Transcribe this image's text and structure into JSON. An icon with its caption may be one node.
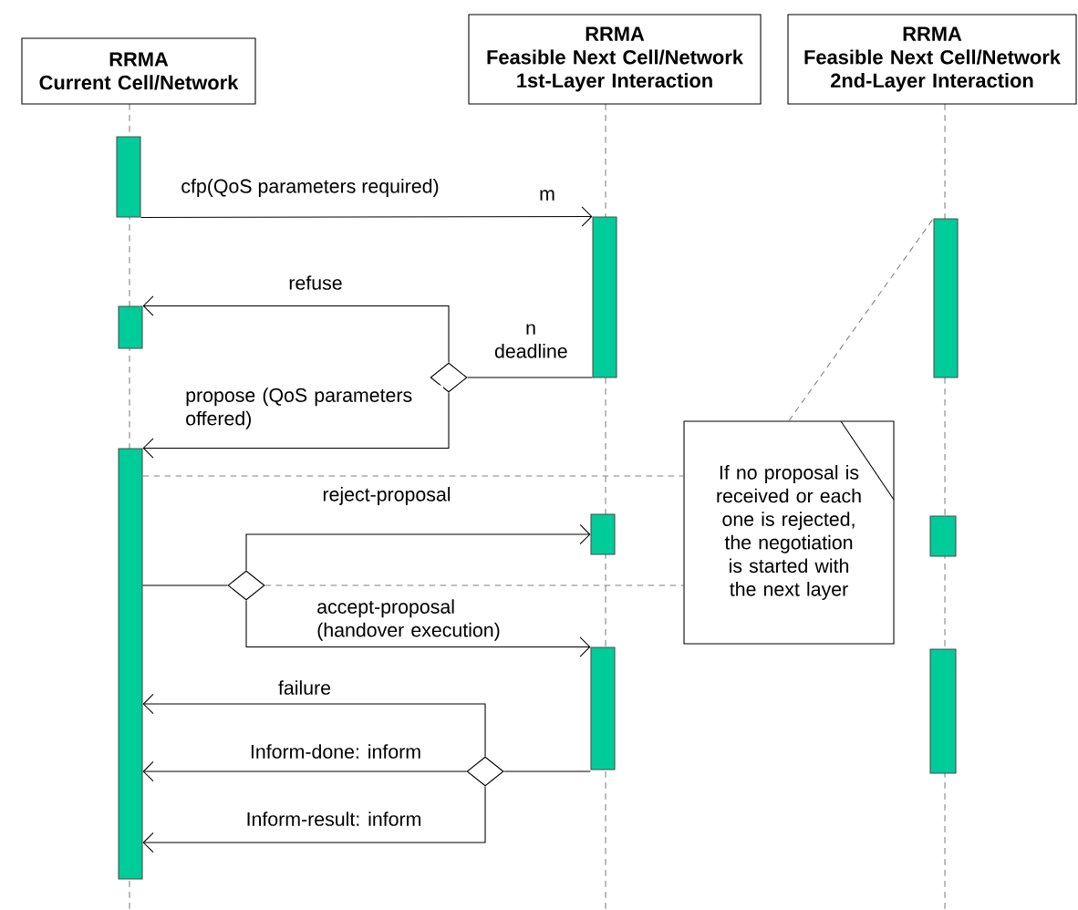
{
  "diagram": {
    "nodes": [
      {
        "text": [
          "RRMA",
          "Current Cell/Network"
        ]
      },
      {
        "text": [
          "RRMA",
          "Feasible Next Cell/Network 1st-Layer Interaction"
        ]
      },
      {
        "text": [
          "RRMA",
          "Feasible Next Cell/Network 2nd-Layer Interaction"
        ]
      },
      {
        "text": [],
        "shape": "bar"
      },
      {
        "text": [],
        "shape": "bar"
      },
      {
        "text": [],
        "shape": "bar"
      },
      {
        "text": [],
        "shape": "bar"
      },
      {
        "text": [],
        "shape": "diamond"
      },
      {
        "text": [],
        "shape": "bar"
      },
      {
        "text": [
          "If no proposal is received or each one is rejected, the negotiation is started with the next layer"
        ]
      },
      {
        "text": [],
        "shape": "bar"
      },
      {
        "text": [],
        "shape": "bar"
      },
      {
        "text": [],
        "shape": "diamond"
      },
      {
        "text": [],
        "shape": "bar"
      },
      {
        "text": [],
        "shape": "bar"
      },
      {
        "text": [],
        "shape": "diamond"
      }
    ],
    "edges": [
      {
        "from": 3,
        "to": 4,
        "arrow": "to",
        "label": "cfp(QoS parameters required)"
      },
      {
        "from": 4,
        "to": 7,
        "arrow": "none",
        "label": "n deadline"
      },
      {
        "from": 7,
        "to": 6,
        "arrow": "to",
        "label": "refuse"
      },
      {
        "from": 7,
        "to": 8,
        "arrow": "to",
        "label": "propose (QoS parameters offered)"
      },
      {
        "from": 8,
        "to": 12,
        "arrow": "none"
      },
      {
        "from": 12,
        "to": 10,
        "arrow": "to",
        "label": "reject-proposal"
      },
      {
        "from": 12,
        "to": 13,
        "arrow": "to",
        "label": "accept-proposal (handover execution)"
      },
      {
        "from": 13,
        "to": 15,
        "arrow": "none"
      },
      {
        "from": 15,
        "to": 8,
        "arrow": "to",
        "label": "failure"
      },
      {
        "from": 15,
        "to": 8,
        "arrow": "to",
        "label": "Inform-done: inform"
      },
      {
        "from": 15,
        "to": 8,
        "arrow": "to",
        "label": "Inform-result: inform"
      },
      {
        "from": 8,
        "to": 9,
        "arrow": "none",
        "style": "dashed",
        "color": "#808080"
      },
      {
        "from": 12,
        "to": 9,
        "arrow": "none",
        "style": "dashed",
        "color": "#808080"
      },
      {
        "from": 9,
        "to": 5,
        "arrow": "none",
        "style": "dashed",
        "color": "#808080"
      }
    ],
    "labels": [
      "m"
    ]
  }
}
